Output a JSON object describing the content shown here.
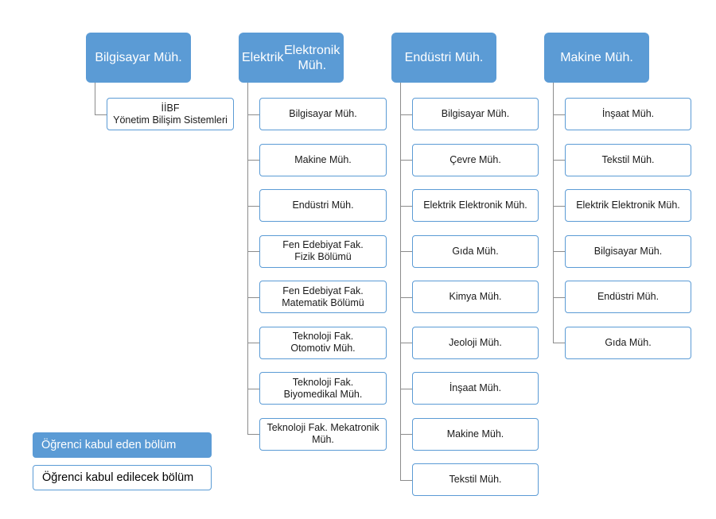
{
  "colors": {
    "head_fill": "#5b9bd5",
    "node_border": "#5b9bd5",
    "connector": "#8c8c8c"
  },
  "columns": [
    {
      "header": [
        "Bilgisayar Müh."
      ],
      "items": [
        [
          "İİBF",
          "Yönetim Bilişim Sistemleri"
        ]
      ]
    },
    {
      "header": [
        "Elektrik",
        "Elektronik Müh."
      ],
      "items": [
        [
          "Bilgisayar Müh."
        ],
        [
          "Makine Müh."
        ],
        [
          "Endüstri Müh."
        ],
        [
          "Fen Edebiyat Fak.",
          "Fizik Bölümü"
        ],
        [
          "Fen Edebiyat Fak.",
          "Matematik Bölümü"
        ],
        [
          "Teknoloji Fak.",
          "Otomotiv Müh."
        ],
        [
          "Teknoloji Fak.",
          "Biyomedikal Müh."
        ],
        [
          "Teknoloji Fak. Mekatronik",
          "Müh."
        ]
      ]
    },
    {
      "header": [
        "Endüstri Müh."
      ],
      "items": [
        [
          "Bilgisayar Müh."
        ],
        [
          "Çevre Müh."
        ],
        [
          "Elektrik Elektronik Müh."
        ],
        [
          "Gıda Müh."
        ],
        [
          "Kimya Müh."
        ],
        [
          "Jeoloji Müh."
        ],
        [
          "İnşaat Müh."
        ],
        [
          "Makine Müh."
        ],
        [
          "Tekstil Müh."
        ]
      ]
    },
    {
      "header": [
        "Makine Müh."
      ],
      "items": [
        [
          "İnşaat Müh."
        ],
        [
          "Tekstil Müh."
        ],
        [
          "Elektrik Elektronik Müh."
        ],
        [
          "Bilgisayar Müh."
        ],
        [
          "Endüstri Müh."
        ],
        [
          "Gıda Müh."
        ]
      ]
    }
  ],
  "legend": {
    "accepting": "Öğrenci kabul eden bölüm",
    "accepted": "Öğrenci kabul edilecek bölüm"
  }
}
